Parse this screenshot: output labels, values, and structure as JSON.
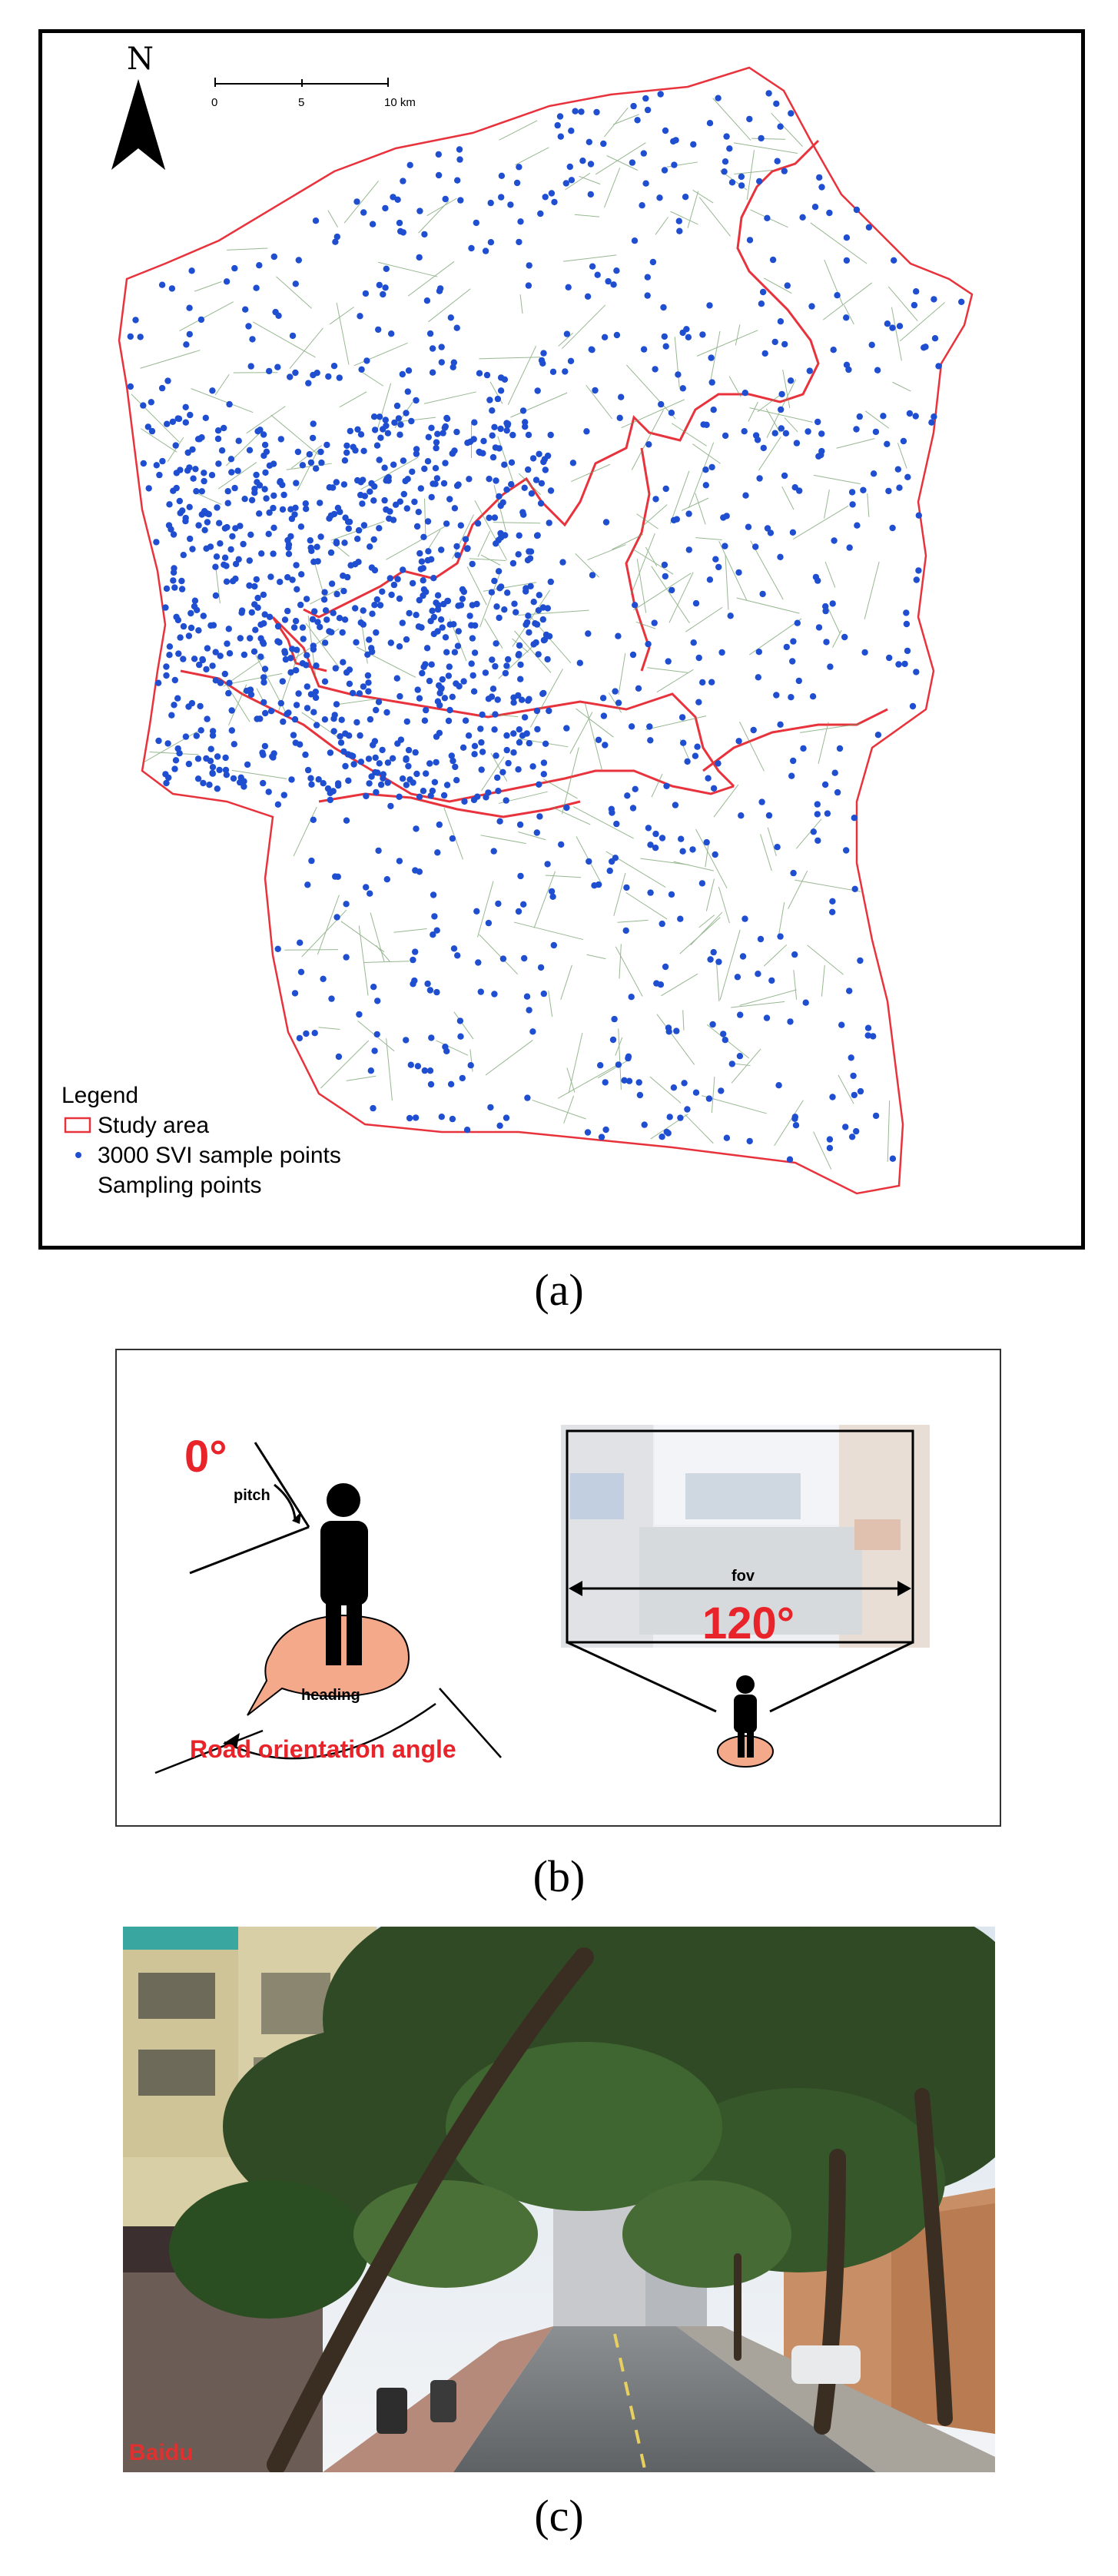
{
  "panel_a": {
    "north_label": "N",
    "scale_bar": {
      "ticks": [
        "0",
        "5",
        "10 km"
      ]
    },
    "legend": {
      "title": "Legend",
      "items": [
        {
          "label": "Study area",
          "symbol": "polygon-outline",
          "color": "#e8323c"
        },
        {
          "label": "3000 SVI sample points",
          "symbol": "dot",
          "color": "#1f4fd0"
        },
        {
          "label": "Sampling points",
          "symbol": "none",
          "color": "#4a8a4a"
        }
      ]
    },
    "colors": {
      "boundary": "#e8323c",
      "points": "#1f4fd0",
      "roads": "#6c9a63"
    },
    "caption": "(a)"
  },
  "panel_b": {
    "pitch_value": "0°",
    "pitch_label": "pitch",
    "heading_label": "heading",
    "road_orientation_label": "Road orientation angle",
    "fov_label": "fov",
    "fov_value": "120°",
    "colors": {
      "accent": "#e8232a",
      "person_base": "#f4a98a"
    },
    "caption": "(b)"
  },
  "panel_c": {
    "watermark": "Baidu",
    "caption": "(c)"
  }
}
